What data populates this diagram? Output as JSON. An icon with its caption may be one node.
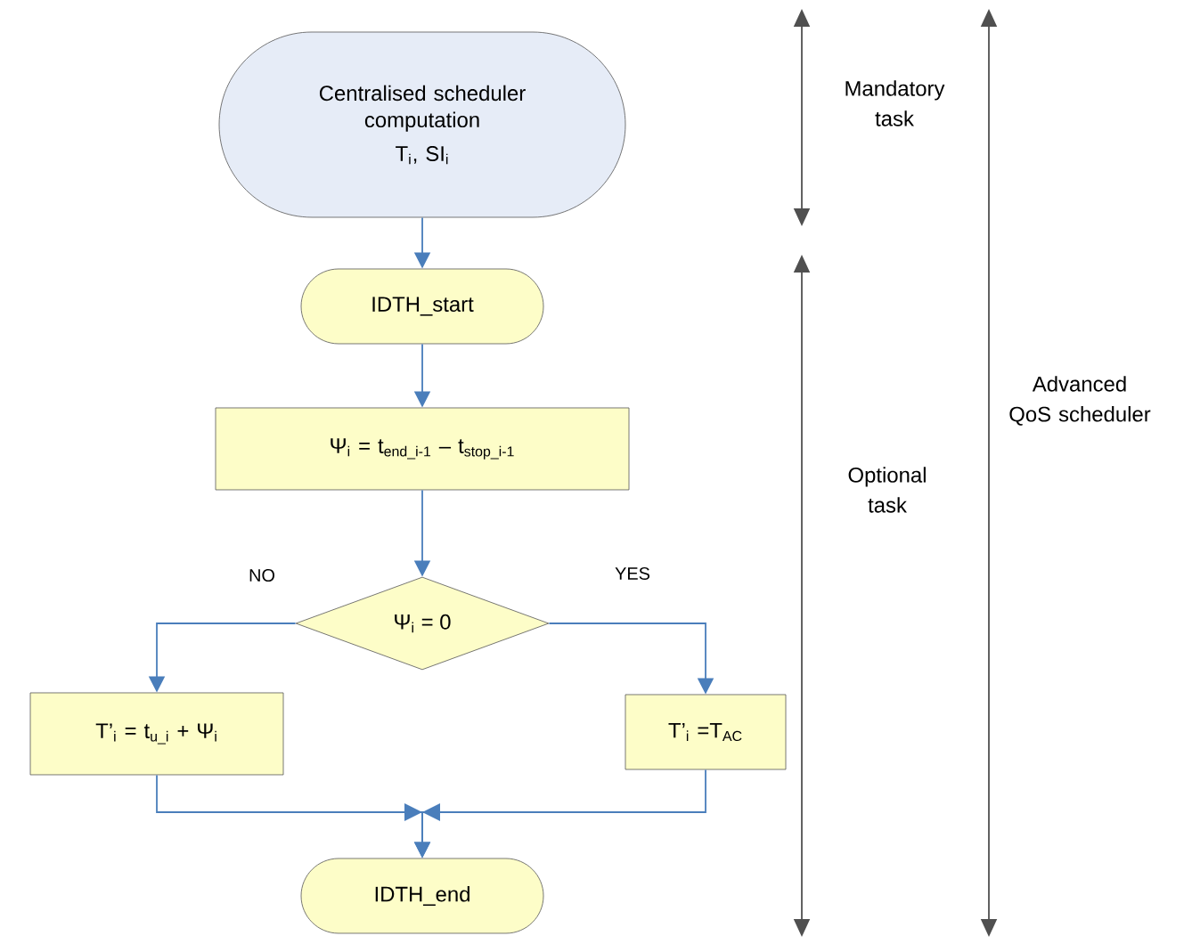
{
  "diagram": {
    "nodes": [
      {
        "text": [
          "Centralised scheduler computation",
          "T$_{i}$, SI$_{i}$"
        ]
      },
      {
        "text": [
          "IDTH_start"
        ]
      },
      {
        "text": [
          "Ψ$_{i}$ = t$_{end_i-1}$ – t$_{stop_i-1}$"
        ]
      },
      {
        "text": [
          "Ψ$_{i}$ = 0"
        ]
      },
      {
        "text": [
          "T’$_{i}$ = t$_{u_i}$ + Ψ$_{i}$"
        ]
      },
      {
        "text": [
          "T’$_{i}$ =T$_{AC}$"
        ]
      },
      {
        "text": [
          "IDTH_end"
        ]
      }
    ],
    "edges": [
      {
        "from": 0,
        "to": 1,
        "arrow": "to"
      },
      {
        "from": 1,
        "to": 2,
        "arrow": "to"
      },
      {
        "from": 2,
        "to": 3,
        "arrow": "to"
      },
      {
        "from": 3,
        "to": 4,
        "arrow": "to",
        "label": "NO"
      },
      {
        "from": 3,
        "to": 5,
        "arrow": "to",
        "label": "YES"
      },
      {
        "from": 4,
        "to": 6,
        "arrow": "to"
      },
      {
        "from": 5,
        "to": 6,
        "arrow": "to"
      }
    ],
    "labels": [
      "Mandatory task",
      "Optional task",
      "Advanced QoS scheduler"
    ]
  }
}
